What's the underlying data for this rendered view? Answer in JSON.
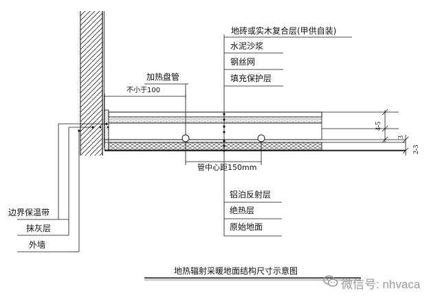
{
  "diagram": {
    "caption": "地热辐射采暖地面结构尺寸示意图",
    "right_labels_top": [
      "地砖或实木复合层(甲供自装)",
      "水泥沙浆",
      "钢丝网",
      "填充保护层"
    ],
    "right_labels_bottom": [
      "铝泊反射层",
      "绝热层",
      "原始地面"
    ],
    "left_labels": [
      "边界保温带",
      "抹灰层",
      "外墙"
    ],
    "pipe_label": "加热盘管",
    "min_distance_label": "不小于100",
    "pipe_spacing_label": "管中心距150mm",
    "dim_labels": [
      "4-5",
      "3",
      "2-3"
    ]
  },
  "watermark": {
    "text": "微信号: nhvaca",
    "icon": "wechat-icon"
  }
}
